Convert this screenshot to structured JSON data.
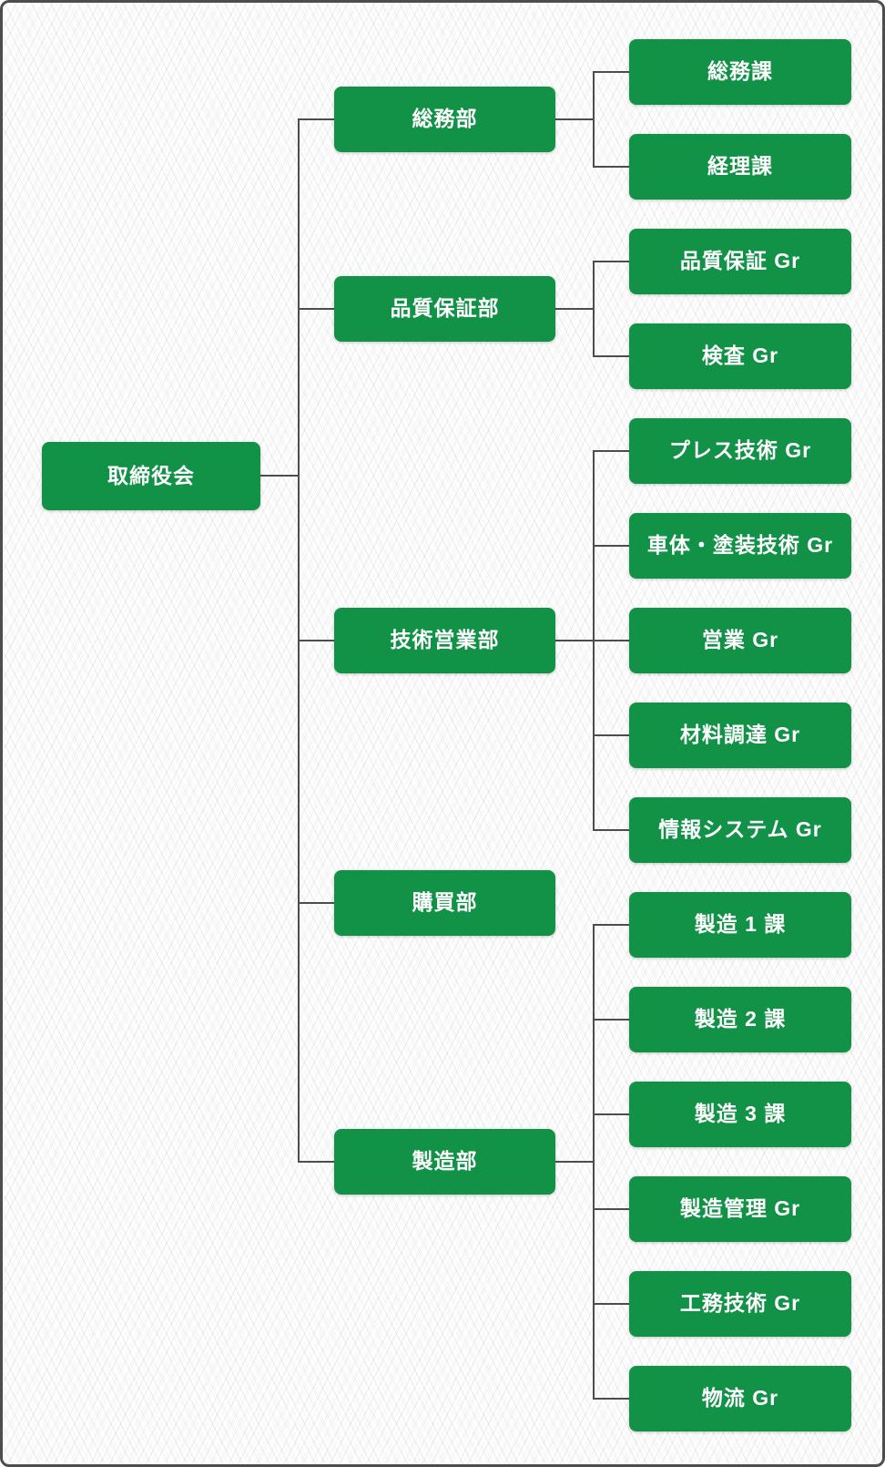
{
  "colors": {
    "box_green": "#129247",
    "line_gray": "#4d4d4d",
    "box_text": "#ffffff"
  },
  "root": {
    "label": "取締役会"
  },
  "departments": [
    {
      "label": "総務部",
      "children": [
        "総務課",
        "経理課"
      ]
    },
    {
      "label": "品質保証部",
      "children": [
        "品質保証 Gr",
        "検査 Gr"
      ]
    },
    {
      "label": "技術営業部",
      "children": [
        "プレス技術 Gr",
        "車体・塗装技術 Gr",
        "営業 Gr",
        "材料調達 Gr",
        "情報システム Gr"
      ]
    },
    {
      "label": "購買部",
      "children": []
    },
    {
      "label": "製造部",
      "children": [
        "製造 1 課",
        "製造 2 課",
        "製造 3 課",
        "製造管理 Gr",
        "工務技術 Gr",
        "物流 Gr"
      ]
    }
  ]
}
